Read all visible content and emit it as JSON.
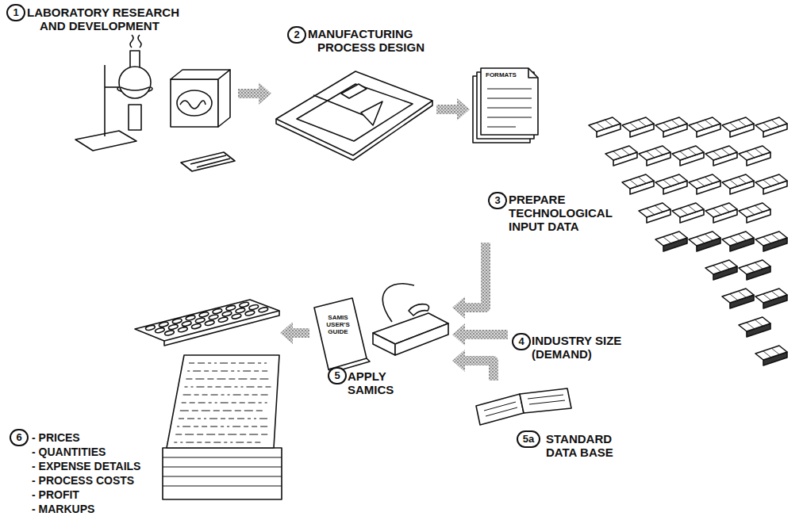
{
  "diagram": {
    "nodes": [
      {
        "text": [
          "1",
          "LABORATORY RESEARCH AND DEVELOPMENT"
        ]
      },
      {
        "text": [
          "2",
          "MANUFACTURING PROCESS DESIGN"
        ]
      },
      {
        "text": [
          "3",
          "PREPARE TECHNOLOGICAL INPUT DATA"
        ]
      },
      {
        "text": [
          "4",
          "INDUSTRY SIZE (DEMAND)"
        ]
      },
      {
        "text": [
          "5",
          "APPLY SAMICS"
        ]
      },
      {
        "text": [
          "5a",
          "STANDARD DATA BASE"
        ]
      },
      {
        "text": [
          "6",
          "- PRICES",
          "- QUANTITIES",
          "- EXPENSE DETAILS",
          "- PROCESS COSTS",
          "- PROFIT",
          "- MARKUPS"
        ]
      }
    ],
    "edges": [
      {
        "from": 0,
        "to": 1,
        "arrow": "to"
      },
      {
        "from": 1,
        "to": 2,
        "arrow": "to"
      },
      {
        "from": 2,
        "to": 4,
        "arrow": "to"
      },
      {
        "from": 3,
        "to": 4,
        "arrow": "to"
      },
      {
        "from": 5,
        "to": 4,
        "arrow": "to"
      },
      {
        "from": 4,
        "to": 6,
        "arrow": "to"
      }
    ],
    "labels": [
      "FORMATS",
      "SAMIS USER'S GUIDE"
    ]
  }
}
